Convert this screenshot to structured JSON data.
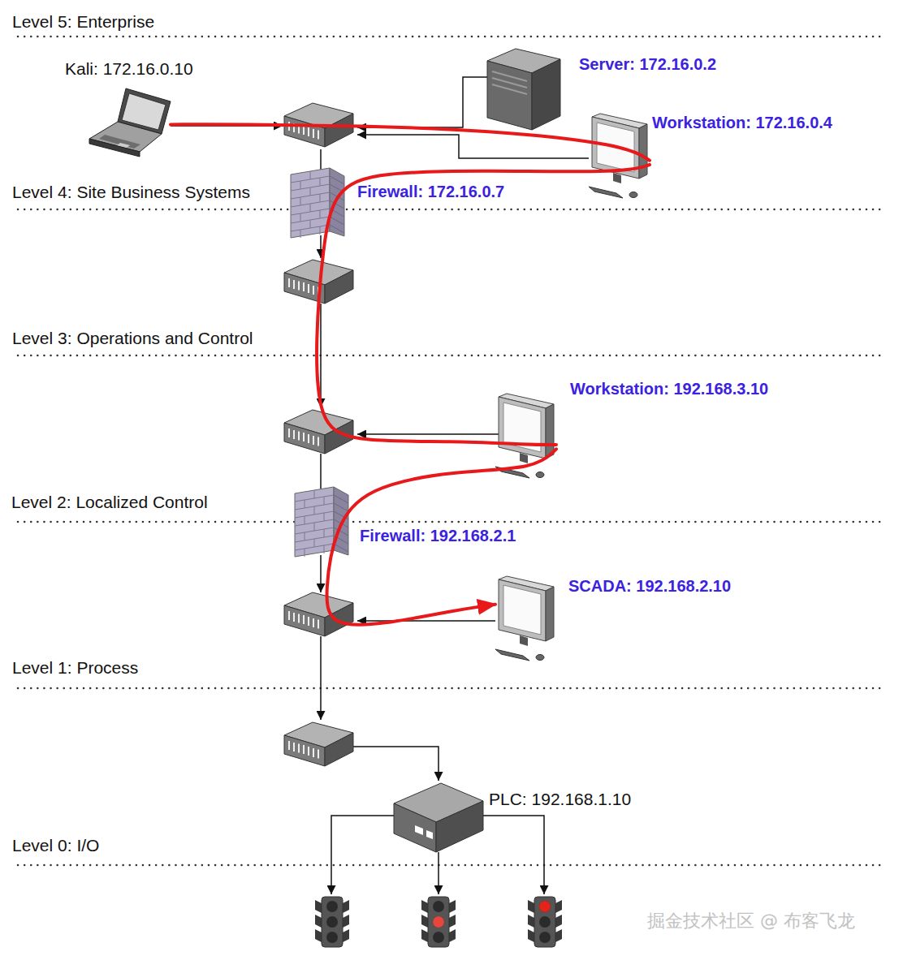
{
  "diagram": {
    "nodes": [
      {
        "text": [
          "Kali: 172.16.0.10"
        ]
      },
      {
        "text": [
          "Server: 172.16.0.2"
        ]
      },
      {
        "text": [
          "Workstation: 172.16.0.4"
        ]
      },
      {
        "text": [
          "Firewall: 172.16.0.7"
        ]
      },
      {
        "text": [
          "Workstation: 192.168.3.10"
        ]
      },
      {
        "text": [
          "Firewall: 192.168.2.1"
        ]
      },
      {
        "text": [
          "SCADA: 192.168.2.10"
        ]
      },
      {
        "text": [
          "PLC: 192.168.1.10"
        ]
      }
    ],
    "edges": [
      {
        "from": 0,
        "to": 2,
        "arrow": "none"
      },
      {
        "from": 2,
        "to": 4,
        "arrow": "none"
      },
      {
        "from": 4,
        "to": 6,
        "arrow": "to"
      }
    ],
    "labels": [
      "Level 5: Enterprise",
      "Level 4: Site Business Systems",
      "Level 3: Operations and Control",
      "Level 2: Localized Control",
      "Level 1: Process",
      "Level 0: I/O",
      "掘金技术社区 @ 布客飞龙"
    ]
  }
}
